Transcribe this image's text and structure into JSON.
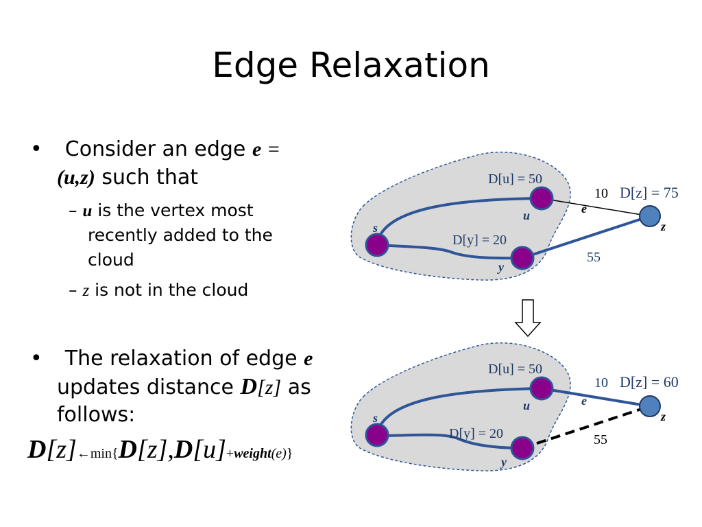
{
  "title": "Edge Relaxation",
  "bullets": {
    "b1": {
      "bullet": "•",
      "text_a": "Consider an edge",
      "e": "e",
      "eq": "=",
      "uz": "(u,z)",
      "text_b": "such that"
    },
    "sub1": {
      "dash": "–",
      "u": "u",
      "line1": "is the vertex most",
      "line2": "recently added to the",
      "line3": "cloud"
    },
    "sub2": {
      "dash": "–",
      "z": "z",
      "text": "is not in the cloud"
    },
    "b2": {
      "bullet": "•",
      "text_a": "The relaxation of edge",
      "e": "e",
      "text_b": "updates distance",
      "dz": "D",
      "dz_arg": "[z]",
      "text_c": "as",
      "text_d": "follows:"
    }
  },
  "formula": {
    "lhs_D": "D",
    "lhs_arg": "[z]",
    "arrow_min": "←min{",
    "D1": "D",
    "arg1": "[z]",
    "comma": ",",
    "D2": "D",
    "arg2": "[u]",
    "plus": "+",
    "weight": "weight",
    "warg": "(e)",
    "close": "}"
  },
  "diagram_top": {
    "label_du": "D[u] = 50",
    "label_dy": "D[y] = 20",
    "label_dz": "D[z] = 75",
    "w_e": "10",
    "w_yz": "55",
    "node_s": "s",
    "node_u": "u",
    "node_y": "y",
    "node_z": "z",
    "edge_e": "e"
  },
  "diagram_bottom": {
    "label_du": "D[u] = 50",
    "label_dy": "D[y] = 20",
    "label_dz": "D[z] = 60",
    "w_e": "10",
    "w_yz": "55",
    "node_s": "s",
    "node_u": "u",
    "node_y": "y",
    "node_z": "z",
    "edge_e": "e"
  },
  "colors": {
    "cloud_fill": "#d9d9d9",
    "cloud_stroke": "#2e5597",
    "edge_blue": "#2e5597",
    "node_purple": "#8b008b",
    "node_z": "#4f81bd",
    "label_blue": "#1f3864"
  }
}
